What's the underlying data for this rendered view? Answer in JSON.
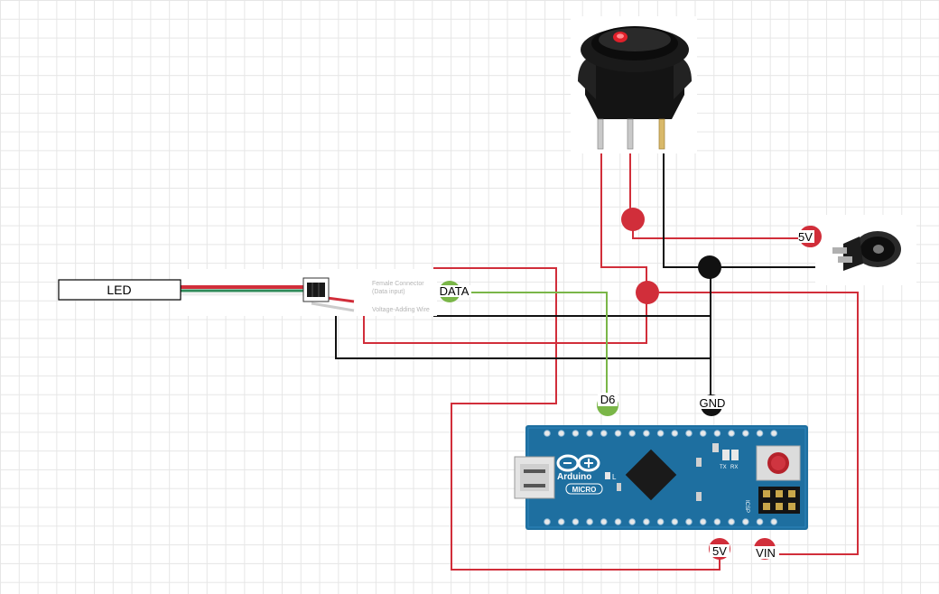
{
  "labels": {
    "led": "LED",
    "data": "DATA",
    "d6": "D6",
    "gnd": "GND",
    "five_v_jack": "5V",
    "five_v_board": "5V",
    "vin": "VIN",
    "female_connector_line1": "Female Connector",
    "female_connector_line2": "(Data input)",
    "voltage_adding_wire": "Voltage-Adding Wire"
  },
  "board": {
    "brand": "Arduino",
    "model": "MICRO",
    "led_label": "L",
    "tx_label": "TX",
    "rx_label": "RX",
    "icsp_label": "ICSP"
  },
  "colors": {
    "wire_red": "#d12e3a",
    "wire_black": "#111111",
    "wire_green": "#7ab648",
    "board_blue": "#1e6fa0",
    "switch_indicator": "#e0202a"
  }
}
